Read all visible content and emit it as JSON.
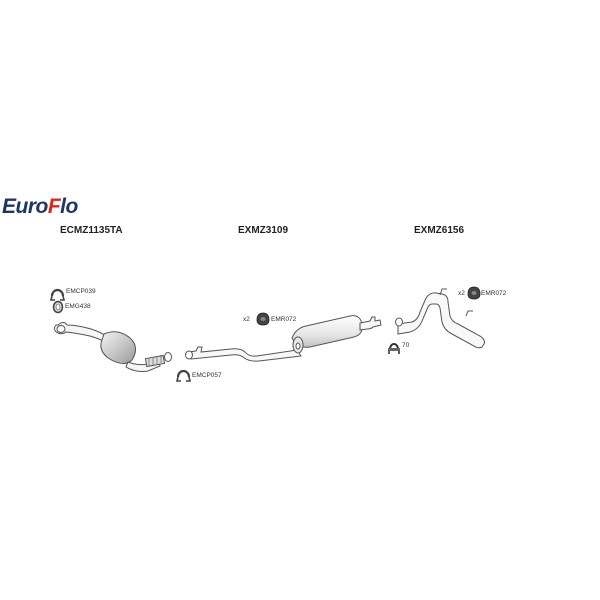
{
  "brand": {
    "name_part1": "Euro",
    "name_accent": "F",
    "name_part2": "lo",
    "primary_color": "#1f3565",
    "accent_color": "#e2231a"
  },
  "sections": [
    {
      "code": "ECMZ1135TA"
    },
    {
      "code": "EXMZ3109"
    },
    {
      "code": "EXMZ6156"
    }
  ],
  "parts": {
    "clamp_1": "EMCP039",
    "gasket_1": "EMG438",
    "clamp_2": "EMCP057",
    "mount_1_qty": "x2",
    "mount_1": "EMR072",
    "mount_2_qty": "x2",
    "mount_2": "EMR072",
    "u_clamp": "70"
  }
}
